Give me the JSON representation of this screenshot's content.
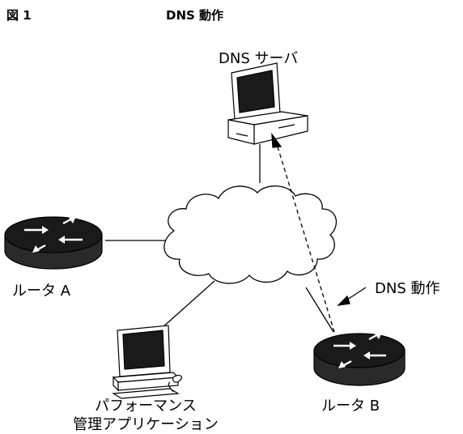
{
  "figure": {
    "number": "図 1",
    "title": "DNS 動作"
  },
  "nodes": {
    "dns_server": "DNS サーバ",
    "router_a": "ルータ A",
    "router_b": "ルータ B",
    "perf_app_line1": "パフォーマンス",
    "perf_app_line2": "管理アプリケーション"
  },
  "annotation": {
    "dns_operation": "DNS 動作"
  },
  "colors": {
    "stroke": "#000000",
    "router_body": "#2a2a2a",
    "router_top": "#1a1a1a",
    "monitor_screen": "#1a1a1a"
  }
}
